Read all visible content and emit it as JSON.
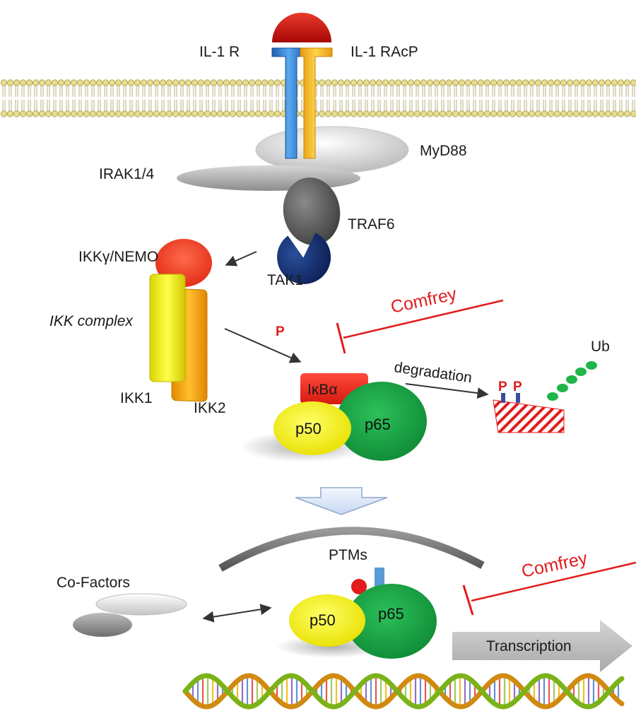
{
  "labels": {
    "il1r": "IL-1 R",
    "il1racp": "IL-1 RAcP",
    "myd88": "MyD88",
    "irak": "IRAK1/4",
    "traf6": "TRAF6",
    "tak1": "TAK1",
    "nemo": "IKKγ/NEMO",
    "ikk_complex": "IKK complex",
    "ikk1": "IKK1",
    "ikk2": "IKK2",
    "comfrey_top": "Comfrey",
    "comfrey_bottom": "Comfrey",
    "phospho": "P",
    "degradation": "degradation",
    "ub": "Ub",
    "ikba": "IκBα",
    "p50_top": "p50",
    "p65_top": "p65",
    "ptms": "PTMs",
    "cofactors": "Co-Factors",
    "p50_bottom": "p50",
    "p65_bottom": "p65",
    "transcription": "Transcription",
    "deg_p1": "P",
    "deg_p2": "P"
  },
  "colors": {
    "inhibition": "#e21b1b",
    "p65": "#1aa84a",
    "p50": "#f2ee1c",
    "il1r": "#2a7fd4",
    "il1racp": "#f2b01c",
    "ligand": "#c81414"
  }
}
